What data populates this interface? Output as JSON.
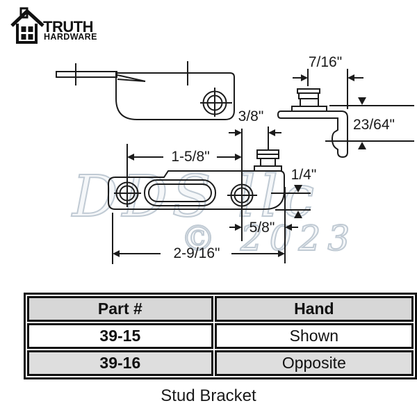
{
  "logo": {
    "line1": "TRUTH",
    "line2": "HARDWARE"
  },
  "drawing": {
    "dims": {
      "stud_width": "7/16\"",
      "stud_offset": "3/8\"",
      "bracket_height": "23/64\"",
      "hole_spacing": "1-5/8\"",
      "end_step": "1/4\"",
      "stud_to_end": "5/8\"",
      "overall_length": "2-9/16\""
    }
  },
  "watermark": {
    "line1": "DDS llc",
    "line2": "© 2023"
  },
  "table": {
    "headers": [
      "Part #",
      "Hand"
    ],
    "rows": [
      [
        "39-15",
        "Shown"
      ],
      [
        "39-16",
        "Opposite"
      ]
    ]
  },
  "caption": "Stud Bracket",
  "colors": {
    "line": "#1b1b1b",
    "header_bg": "#d7d7d7",
    "row_alt_bg": "#dedede",
    "watermark": "#aebac5"
  }
}
